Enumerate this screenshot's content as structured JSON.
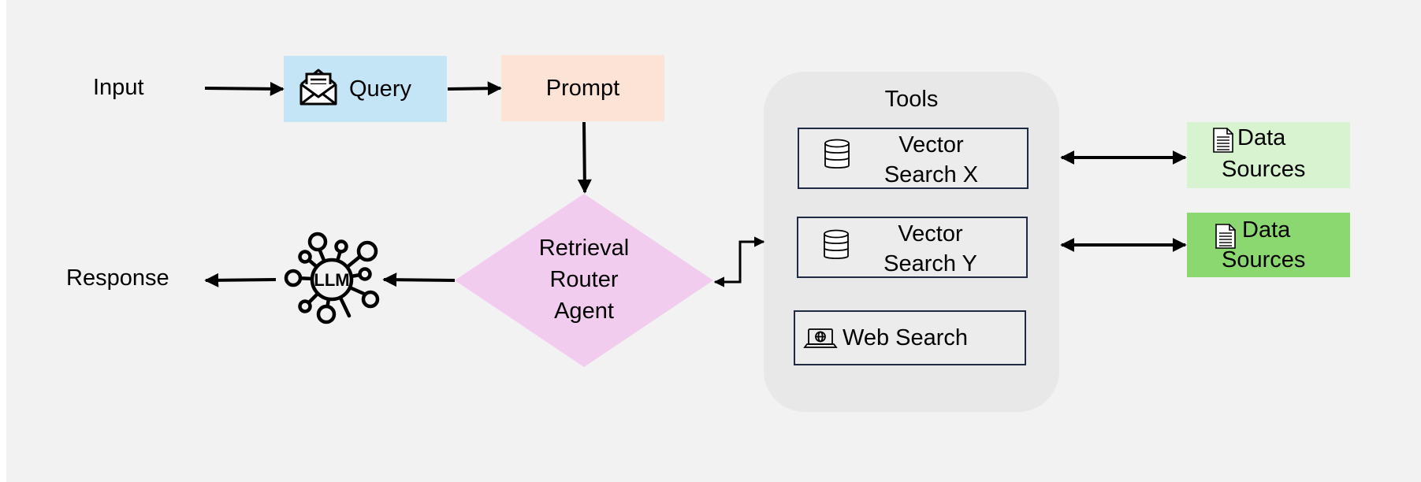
{
  "nodes": {
    "input": "Input",
    "query": "Query",
    "prompt": "Prompt",
    "router_line1": "Retrieval",
    "router_line2": "Router",
    "router_line3": "Agent",
    "llm_badge": "LLM",
    "response": "Response",
    "tools_title": "Tools",
    "vector_x_line1": "Vector",
    "vector_x_line2": "Search X",
    "vector_y_line1": "Vector",
    "vector_y_line2": "Search Y",
    "web_search": "Web Search",
    "data_sources_1_line1": "Data",
    "data_sources_1_line2": "Sources",
    "data_sources_2_line1": "Data",
    "data_sources_2_line2": "Sources"
  },
  "colors": {
    "query_fill": "#c3e5f6",
    "prompt_fill": "#fde3d6",
    "router_fill": "#f2ccee",
    "data_sources_1_fill": "#d8f3d0",
    "data_sources_2_fill": "#8cd870",
    "tools_panel_fill": "#e8e8e8",
    "tool_border": "#1f2a44"
  },
  "icons": {
    "query": "envelope-letter-icon",
    "llm": "neural-network-icon",
    "vector_search": "database-icon",
    "web_search": "laptop-globe-icon",
    "data_sources": "document-icon"
  }
}
